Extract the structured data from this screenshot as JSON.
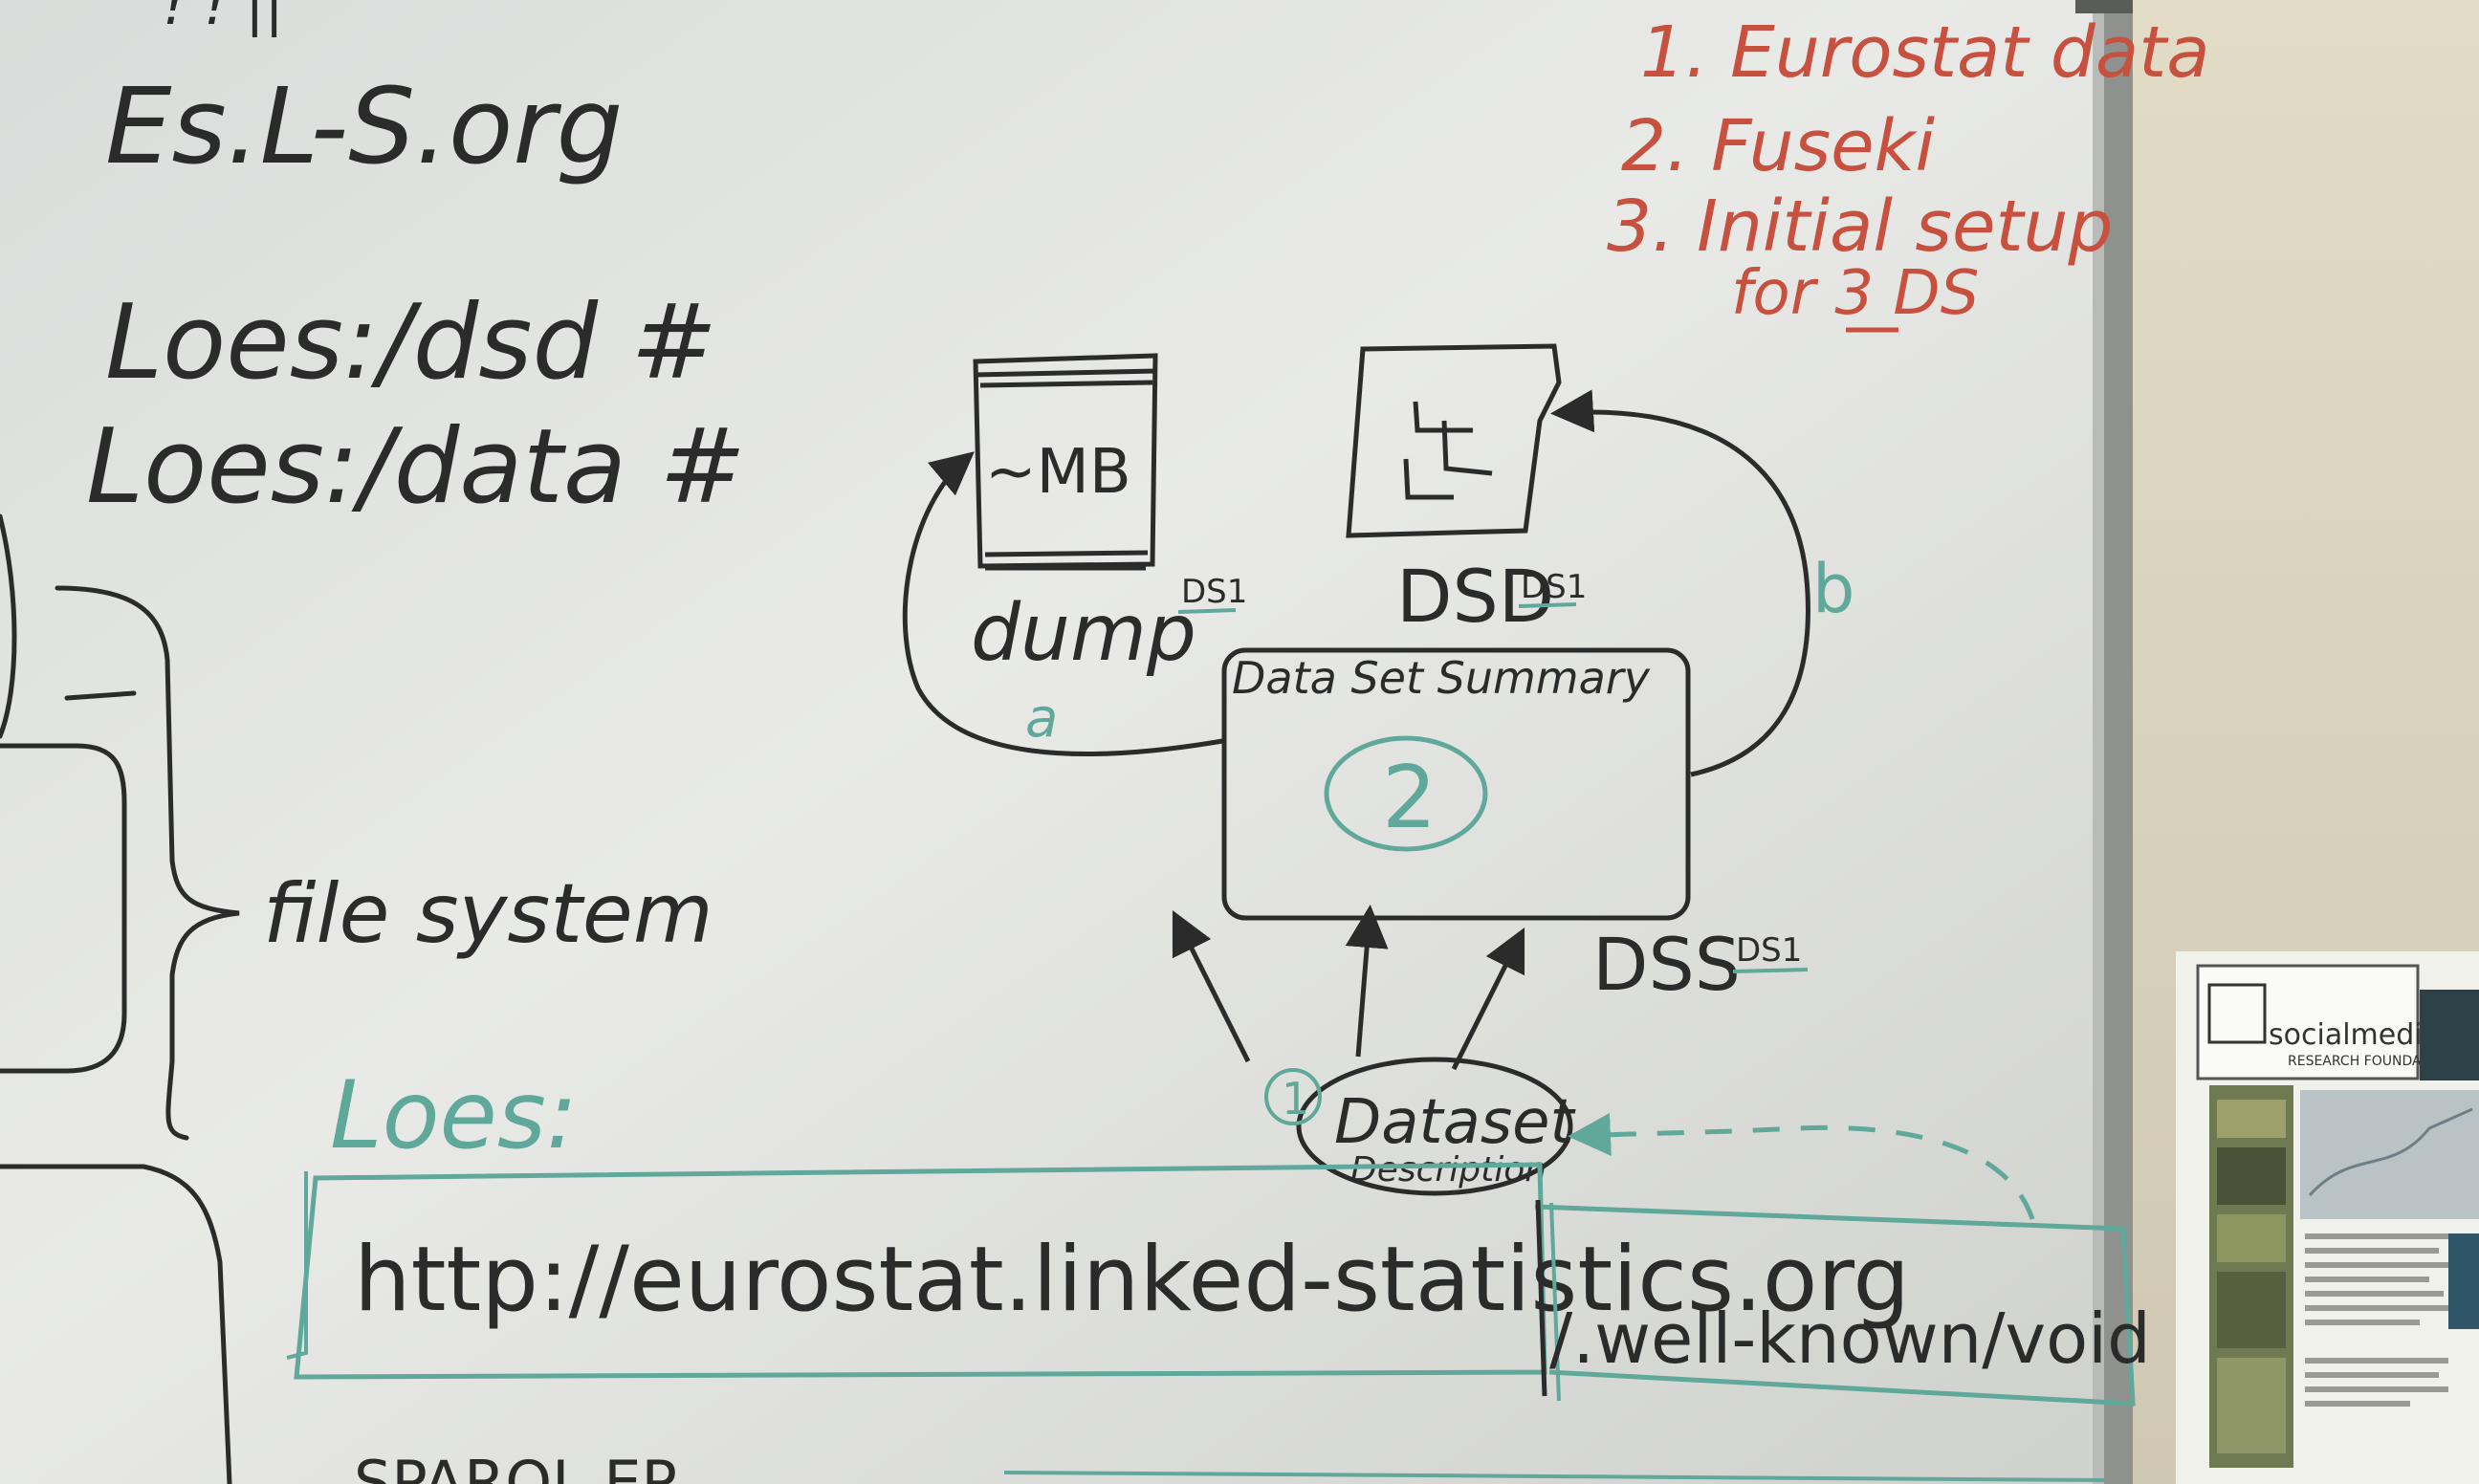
{
  "scene": {
    "description_free": true
  },
  "board": {
    "top_left": {
      "marks": "! ! ||",
      "domain": "Es.L-S.org",
      "prefix_dsd": "Loes:/dsd #",
      "prefix_data": "Loes:/data #",
      "brace_label": "file system"
    },
    "todo": {
      "item1": "1. Eurostat data",
      "item2": "2. Fuseki",
      "item3": "3. Initial setup",
      "item3b": "for 3 DS"
    },
    "diagram": {
      "dump_box": "~MB",
      "dump_label": "dump",
      "dump_sup": "DS1",
      "dsd_label": "DSD",
      "dsd_sup": "DS1",
      "summary_title": "Data Set Summary",
      "summary_number": "2",
      "dss_label": "DSS",
      "dss_sup": "DS1",
      "arrow_a": "a",
      "arrow_b": "b",
      "dataset_number": "1",
      "dataset_title": "Dataset",
      "dataset_sub": "Description"
    },
    "url": {
      "prefix": "Loes:",
      "base": "http://eurostat.linked-statistics.org",
      "path": "/.well-known/void"
    },
    "bottom": {
      "sparql": "SPARQL EP"
    }
  },
  "poster": {
    "brand": "socialmedia",
    "subtitle": "RESEARCH FOUNDATION"
  },
  "colors": {
    "ink_black": "#2b2b2b",
    "ink_teal": "#5fa89a",
    "ink_red": "#c8503e",
    "board": "#e6e7e4",
    "wall": "#d8d3c2"
  }
}
